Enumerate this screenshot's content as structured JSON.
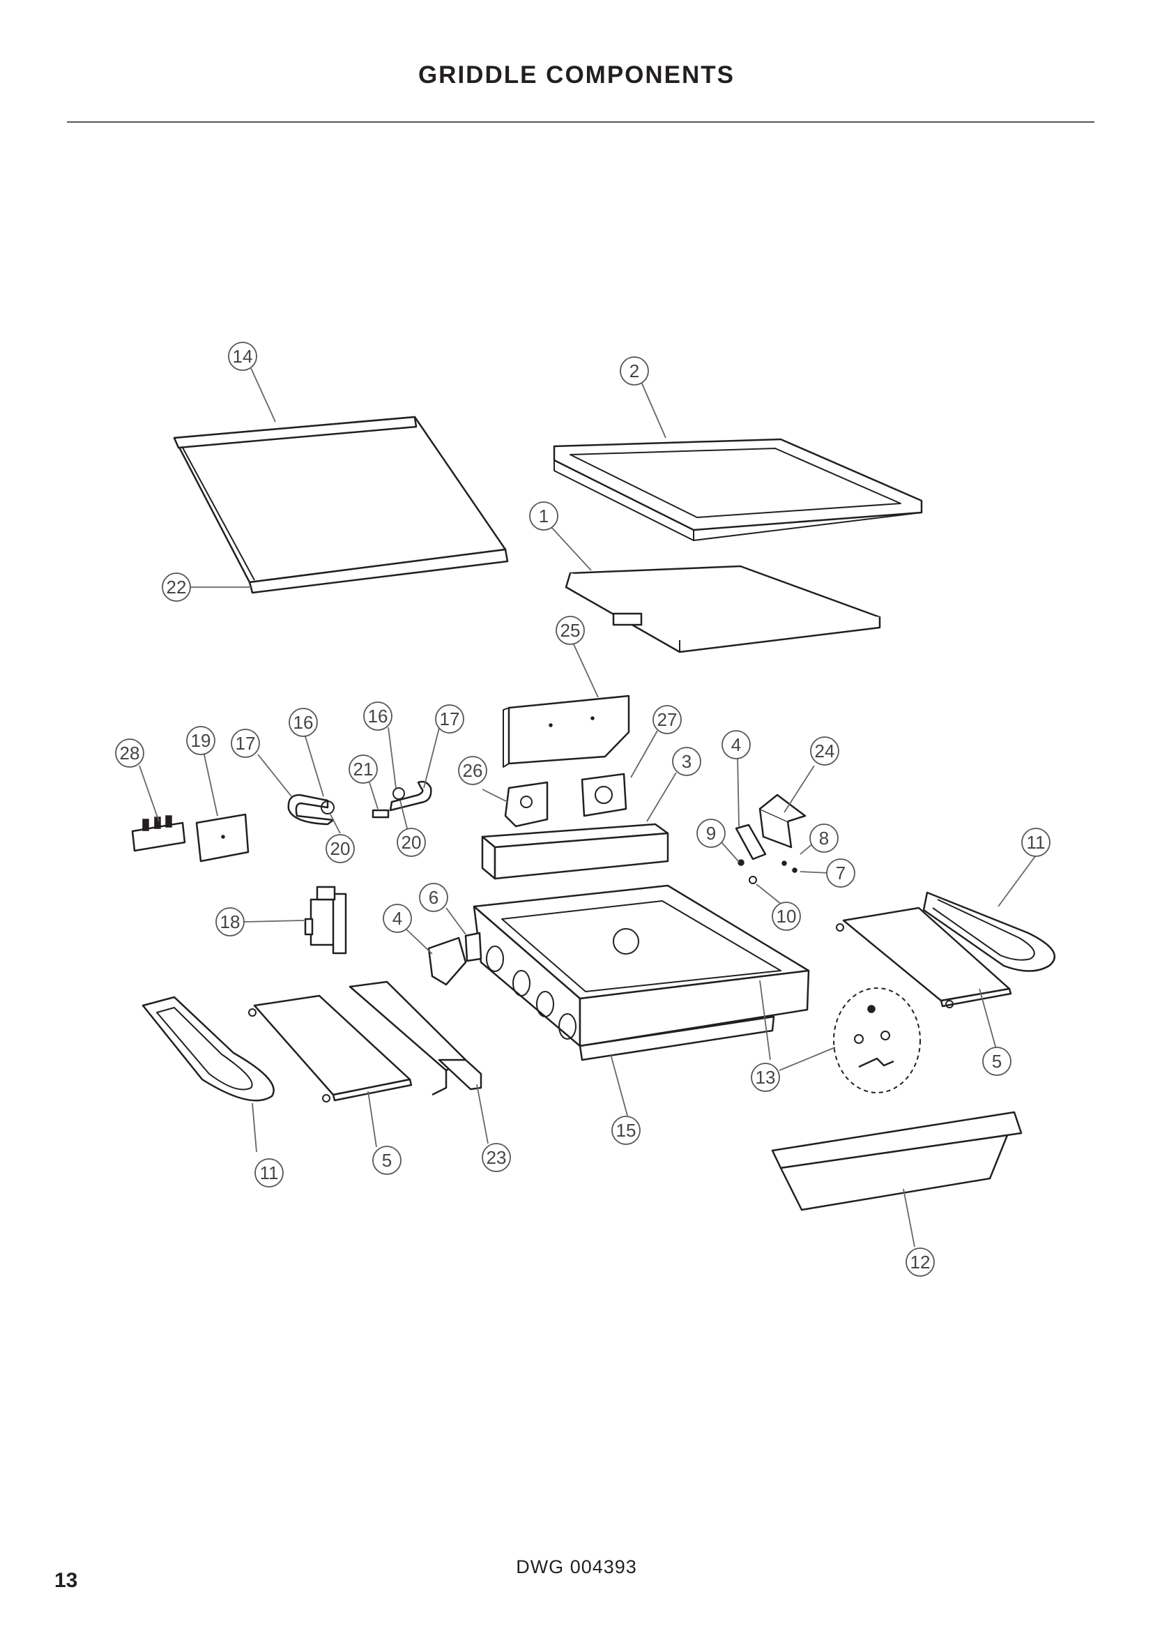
{
  "header": {
    "title": "GRIDDLE COMPONENTS"
  },
  "footer": {
    "drawing_number": "DWG 004393",
    "page_number": "13"
  },
  "callouts": {
    "c1": "1",
    "c2": "2",
    "c3": "3",
    "c4a": "4",
    "c4b": "4",
    "c5a": "5",
    "c5b": "5",
    "c6": "6",
    "c7": "7",
    "c8": "8",
    "c9": "9",
    "c10": "10",
    "c11a": "11",
    "c11b": "11",
    "c12": "12",
    "c13": "13",
    "c14": "14",
    "c15": "15",
    "c16a": "16",
    "c16b": "16",
    "c17a": "17",
    "c17b": "17",
    "c18": "18",
    "c19": "19",
    "c20a": "20",
    "c20b": "20",
    "c21": "21",
    "c22": "22",
    "c23": "23",
    "c24": "24",
    "c25": "25",
    "c26": "26",
    "c27": "27",
    "c28": "28"
  }
}
